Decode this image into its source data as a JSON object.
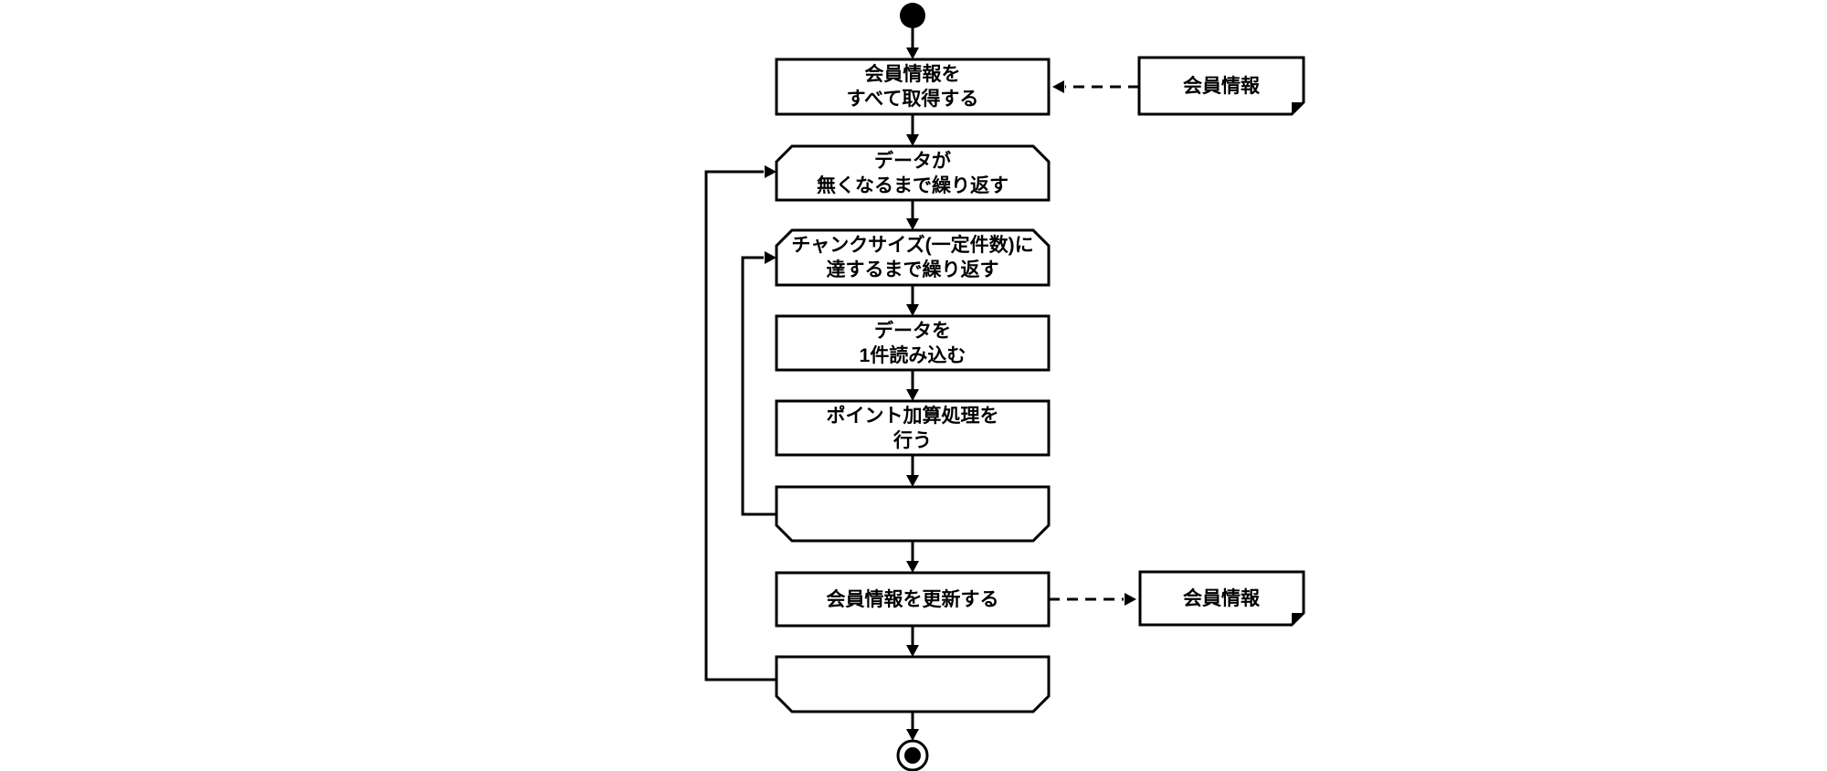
{
  "diagram": {
    "kind": "uml-activity-diagram",
    "background_color": "#ffffff",
    "stroke_color": "#000000",
    "text_color": "#000000",
    "nodes": [
      {
        "id": "start",
        "kind": "initial-node",
        "lines": []
      },
      {
        "id": "get-all-members",
        "kind": "action",
        "lines": [
          "会員情報を",
          "すべて取得する"
        ]
      },
      {
        "id": "loop-outer-begin",
        "kind": "loop-begin",
        "lines": [
          "データが",
          "無くなるまで繰り返す"
        ]
      },
      {
        "id": "loop-inner-begin",
        "kind": "loop-begin",
        "lines": [
          "チャンクサイズ(一定件数)に",
          "達するまで繰り返す"
        ]
      },
      {
        "id": "read-one-record",
        "kind": "action",
        "lines": [
          "データを",
          "1件読み込む"
        ]
      },
      {
        "id": "add-points",
        "kind": "action",
        "lines": [
          "ポイント加算処理を",
          "行う"
        ]
      },
      {
        "id": "loop-inner-end",
        "kind": "loop-end",
        "lines": []
      },
      {
        "id": "update-members",
        "kind": "action",
        "lines": [
          "会員情報を更新する"
        ]
      },
      {
        "id": "loop-outer-end",
        "kind": "loop-end",
        "lines": []
      },
      {
        "id": "end",
        "kind": "final-node",
        "lines": []
      }
    ],
    "notes": [
      {
        "id": "note-member-info-input",
        "label": "会員情報",
        "linked_to": "get-all-members",
        "direction": "input"
      },
      {
        "id": "note-member-info-output",
        "label": "会員情報",
        "linked_to": "update-members",
        "direction": "output"
      }
    ],
    "edges": [
      {
        "from": "start",
        "to": "get-all-members",
        "style": "solid"
      },
      {
        "from": "get-all-members",
        "to": "loop-outer-begin",
        "style": "solid"
      },
      {
        "from": "loop-outer-begin",
        "to": "loop-inner-begin",
        "style": "solid"
      },
      {
        "from": "loop-inner-begin",
        "to": "read-one-record",
        "style": "solid"
      },
      {
        "from": "read-one-record",
        "to": "add-points",
        "style": "solid"
      },
      {
        "from": "add-points",
        "to": "loop-inner-end",
        "style": "solid"
      },
      {
        "from": "loop-inner-end",
        "to": "update-members",
        "style": "solid"
      },
      {
        "from": "update-members",
        "to": "loop-outer-end",
        "style": "solid"
      },
      {
        "from": "loop-outer-end",
        "to": "end",
        "style": "solid"
      },
      {
        "from": "loop-inner-end",
        "to": "loop-inner-begin",
        "style": "solid-loop-back"
      },
      {
        "from": "loop-outer-end",
        "to": "loop-outer-begin",
        "style": "solid-loop-back"
      },
      {
        "from": "note-member-info-input",
        "to": "get-all-members",
        "style": "dashed"
      },
      {
        "from": "update-members",
        "to": "note-member-info-output",
        "style": "dashed"
      }
    ]
  }
}
